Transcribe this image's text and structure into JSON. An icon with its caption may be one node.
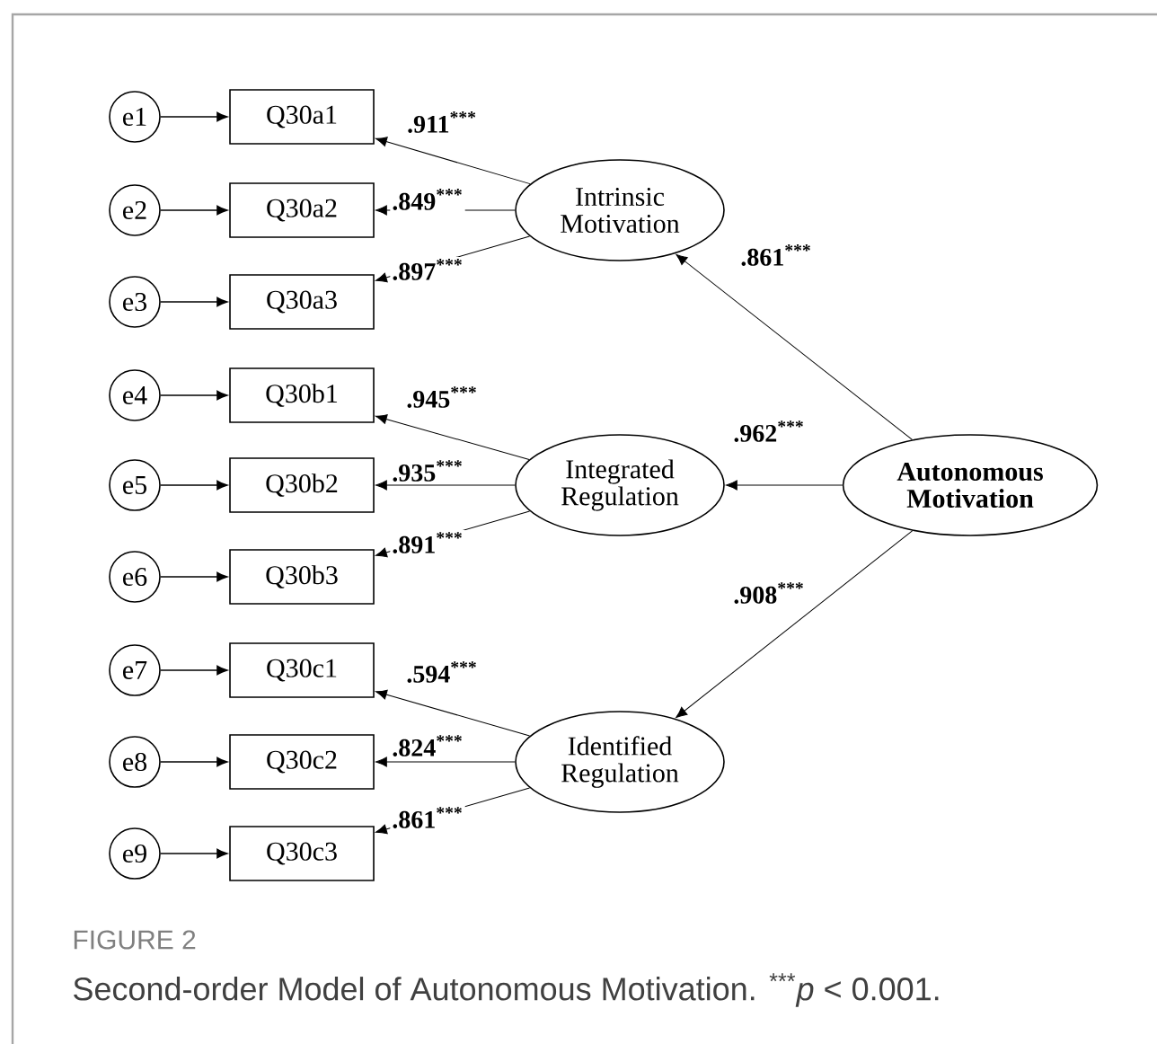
{
  "diagram": {
    "caption": "Second-order Model of Autonomous Motivation. $^{***}$*p* < 0.001.",
    "nodes": [
      {
        "text": [
          "e1"
        ]
      },
      {
        "text": [
          "e2"
        ]
      },
      {
        "text": [
          "e3"
        ]
      },
      {
        "text": [
          "e4"
        ]
      },
      {
        "text": [
          "e5"
        ]
      },
      {
        "text": [
          "e6"
        ]
      },
      {
        "text": [
          "e7"
        ]
      },
      {
        "text": [
          "e8"
        ]
      },
      {
        "text": [
          "e9"
        ]
      },
      {
        "text": [
          "Q30a1"
        ]
      },
      {
        "text": [
          "Q30a2"
        ]
      },
      {
        "text": [
          "Q30a3"
        ]
      },
      {
        "text": [
          "Q30b1"
        ]
      },
      {
        "text": [
          "Q30b2"
        ]
      },
      {
        "text": [
          "Q30b3"
        ]
      },
      {
        "text": [
          "Q30c1"
        ]
      },
      {
        "text": [
          "Q30c2"
        ]
      },
      {
        "text": [
          "Q30c3"
        ]
      },
      {
        "text": [
          "Intrinsic Motivation"
        ]
      },
      {
        "text": [
          "Integrated Regulation"
        ]
      },
      {
        "text": [
          "Identified Regulation"
        ]
      },
      {
        "text": [
          "Autonomous Motivation"
        ]
      }
    ],
    "edges": [
      {
        "from": 0,
        "to": 9,
        "arrow": "to"
      },
      {
        "from": 1,
        "to": 10,
        "arrow": "to"
      },
      {
        "from": 2,
        "to": 11,
        "arrow": "to"
      },
      {
        "from": 3,
        "to": 12,
        "arrow": "to"
      },
      {
        "from": 4,
        "to": 13,
        "arrow": "to"
      },
      {
        "from": 5,
        "to": 14,
        "arrow": "to"
      },
      {
        "from": 6,
        "to": 15,
        "arrow": "to"
      },
      {
        "from": 7,
        "to": 16,
        "arrow": "to"
      },
      {
        "from": 8,
        "to": 17,
        "arrow": "to"
      },
      {
        "from": 18,
        "to": 9,
        "arrow": "to",
        "label": ".911$^{***}$"
      },
      {
        "from": 18,
        "to": 10,
        "arrow": "to",
        "label": ".849$^{***}$"
      },
      {
        "from": 18,
        "to": 11,
        "arrow": "to",
        "label": ".897$^{***}$"
      },
      {
        "from": 19,
        "to": 12,
        "arrow": "to",
        "label": ".945$^{***}$"
      },
      {
        "from": 19,
        "to": 13,
        "arrow": "to",
        "label": ".935$^{***}$"
      },
      {
        "from": 19,
        "to": 14,
        "arrow": "to",
        "label": ".891$^{***}$"
      },
      {
        "from": 20,
        "to": 15,
        "arrow": "to",
        "label": ".594$^{***}$"
      },
      {
        "from": 20,
        "to": 16,
        "arrow": "to",
        "label": ".824$^{***}$"
      },
      {
        "from": 20,
        "to": 17,
        "arrow": "to",
        "label": ".861$^{***}$"
      },
      {
        "from": 21,
        "to": 18,
        "arrow": "to",
        "label": ".861$^{***}$"
      },
      {
        "from": 21,
        "to": 19,
        "arrow": "to",
        "label": ".962$^{***}$"
      },
      {
        "from": 21,
        "to": 20,
        "arrow": "to",
        "label": ".908$^{***}$"
      }
    ],
    "labels": [
      "FIGURE 2"
    ]
  }
}
